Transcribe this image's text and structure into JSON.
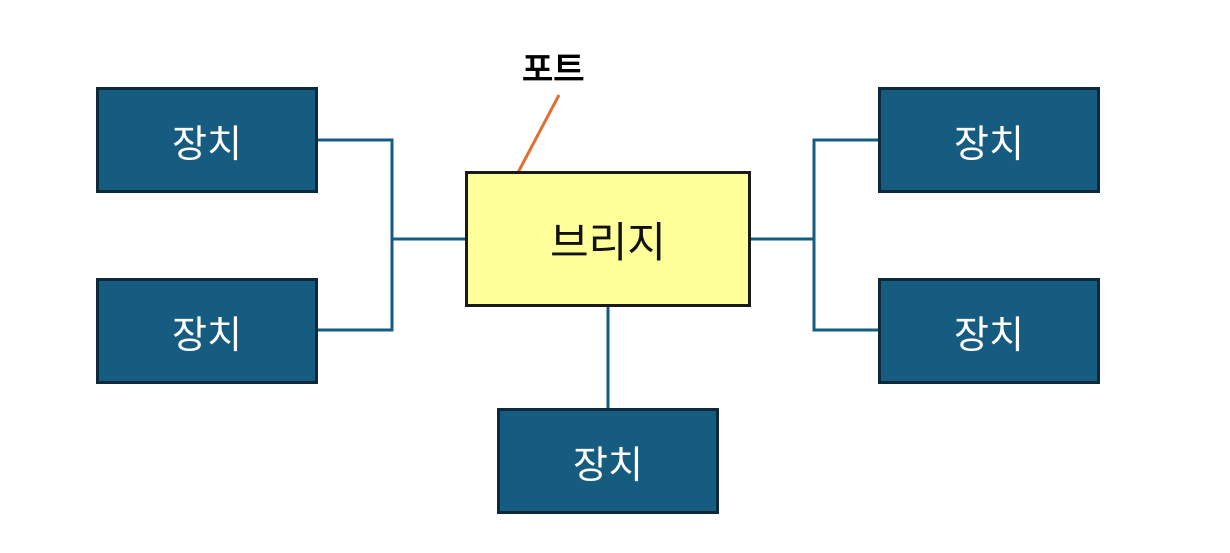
{
  "diagram": {
    "port_label": "포트",
    "bridge_label": "브리지",
    "devices": [
      {
        "id": "top-left",
        "label": "장치"
      },
      {
        "id": "bottom-left",
        "label": "장치"
      },
      {
        "id": "top-right",
        "label": "장치"
      },
      {
        "id": "bottom-right",
        "label": "장치"
      },
      {
        "id": "bottom-center",
        "label": "장치"
      }
    ],
    "colors": {
      "device_fill": "#155c80",
      "device_border": "#0c2a3c",
      "bridge_fill": "#ffff99",
      "connector_line": "#155c80",
      "arrow": "#e07030"
    }
  }
}
